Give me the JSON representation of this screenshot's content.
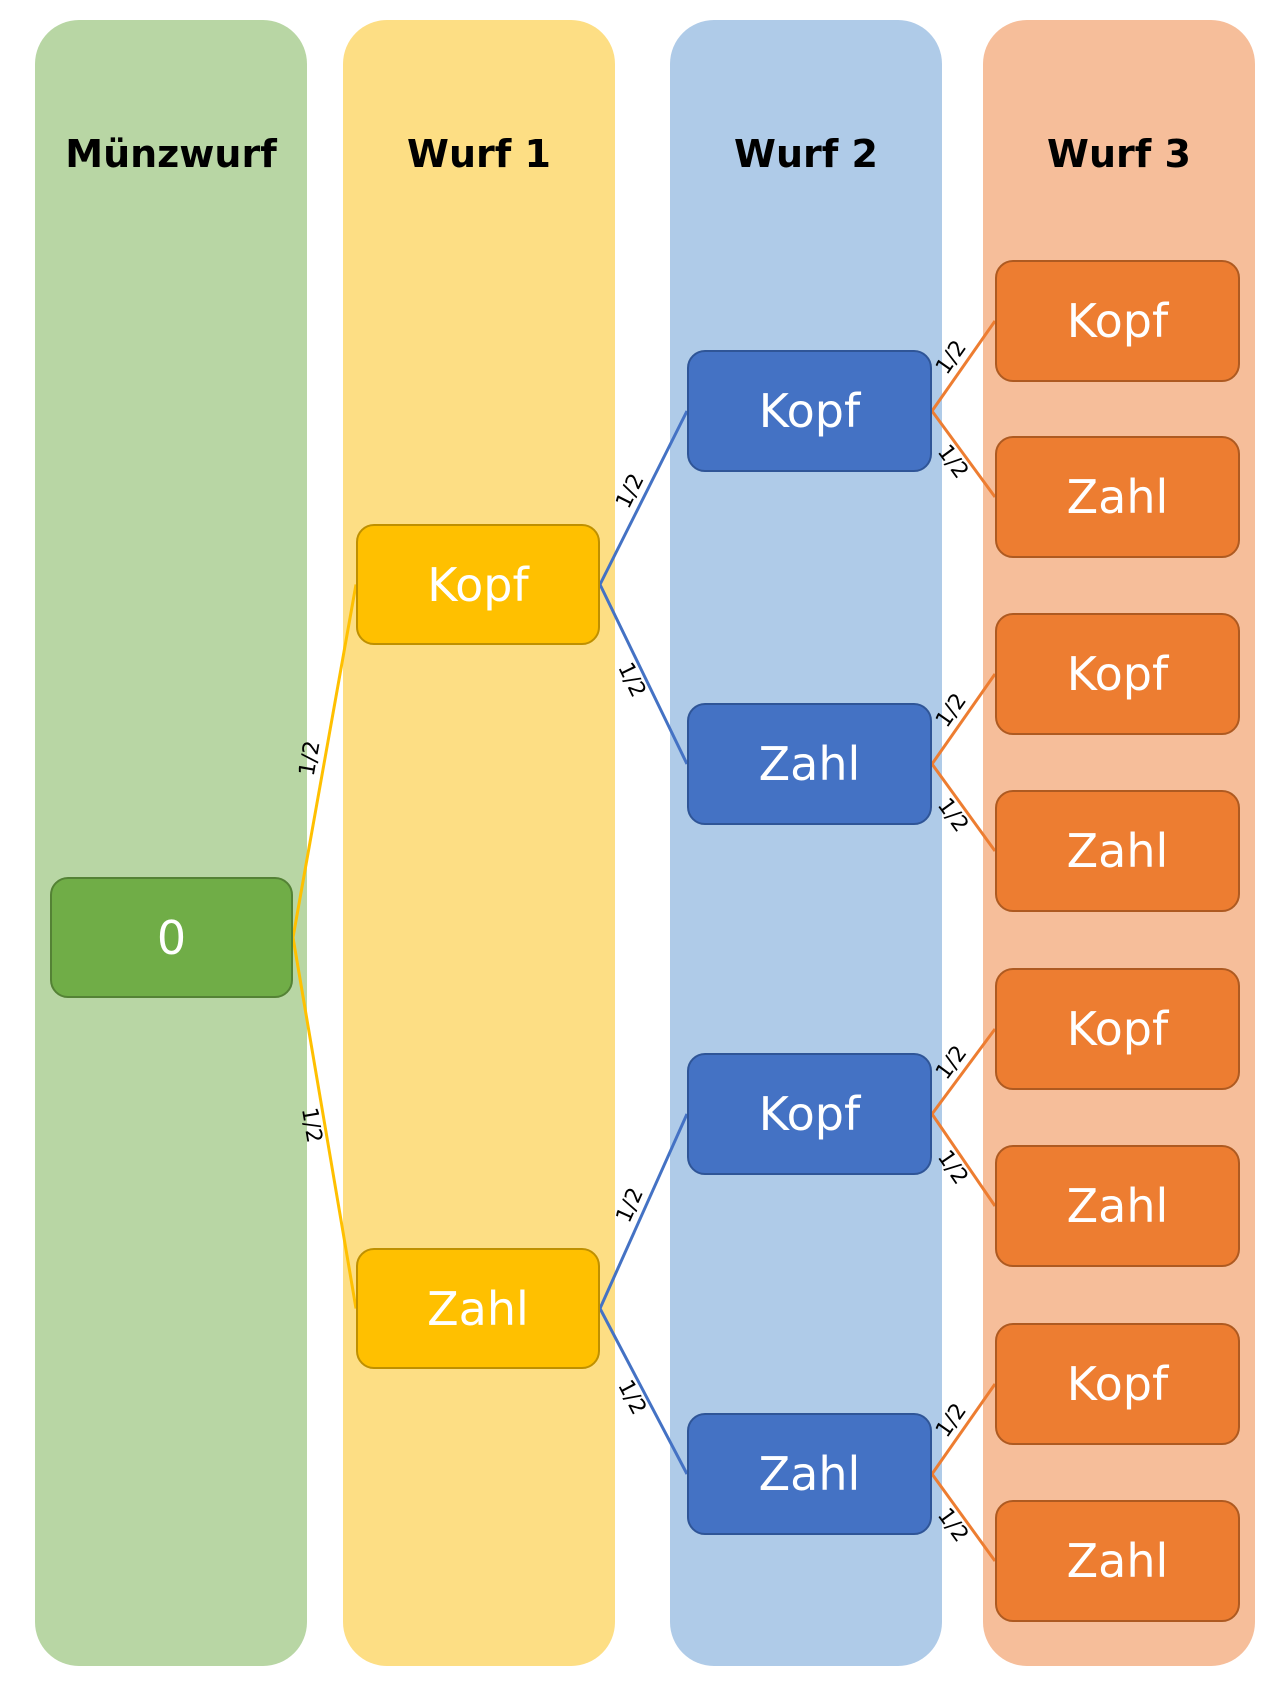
{
  "colors": {
    "col_root": "#b8d6a4",
    "col_w1": "#fdde84",
    "col_w2": "#afcbe8",
    "col_w3": "#f6be9a",
    "node_root": "#70ad47",
    "node_root_border": "#548235",
    "node_w1": "#ffc000",
    "node_w1_border": "#bf9000",
    "node_w2": "#4472c4",
    "node_w2_border": "#2f5597",
    "node_w3": "#ed7d31",
    "node_w3_border": "#ae5a21",
    "edge_root": "#ffc000",
    "edge_w1": "#4472c4",
    "edge_w2": "#ed7d31"
  },
  "columns": [
    {
      "title": "Münzwurf"
    },
    {
      "title": "Wurf 1"
    },
    {
      "title": "Wurf 2"
    },
    {
      "title": "Wurf 3"
    }
  ],
  "nodes": {
    "root": "0",
    "w1": [
      "Kopf",
      "Zahl"
    ],
    "w2": [
      "Kopf",
      "Zahl",
      "Kopf",
      "Zahl"
    ],
    "w3": [
      "Kopf",
      "Zahl",
      "Kopf",
      "Zahl",
      "Kopf",
      "Zahl",
      "Kopf",
      "Zahl"
    ]
  },
  "edge_probability": "1/2"
}
